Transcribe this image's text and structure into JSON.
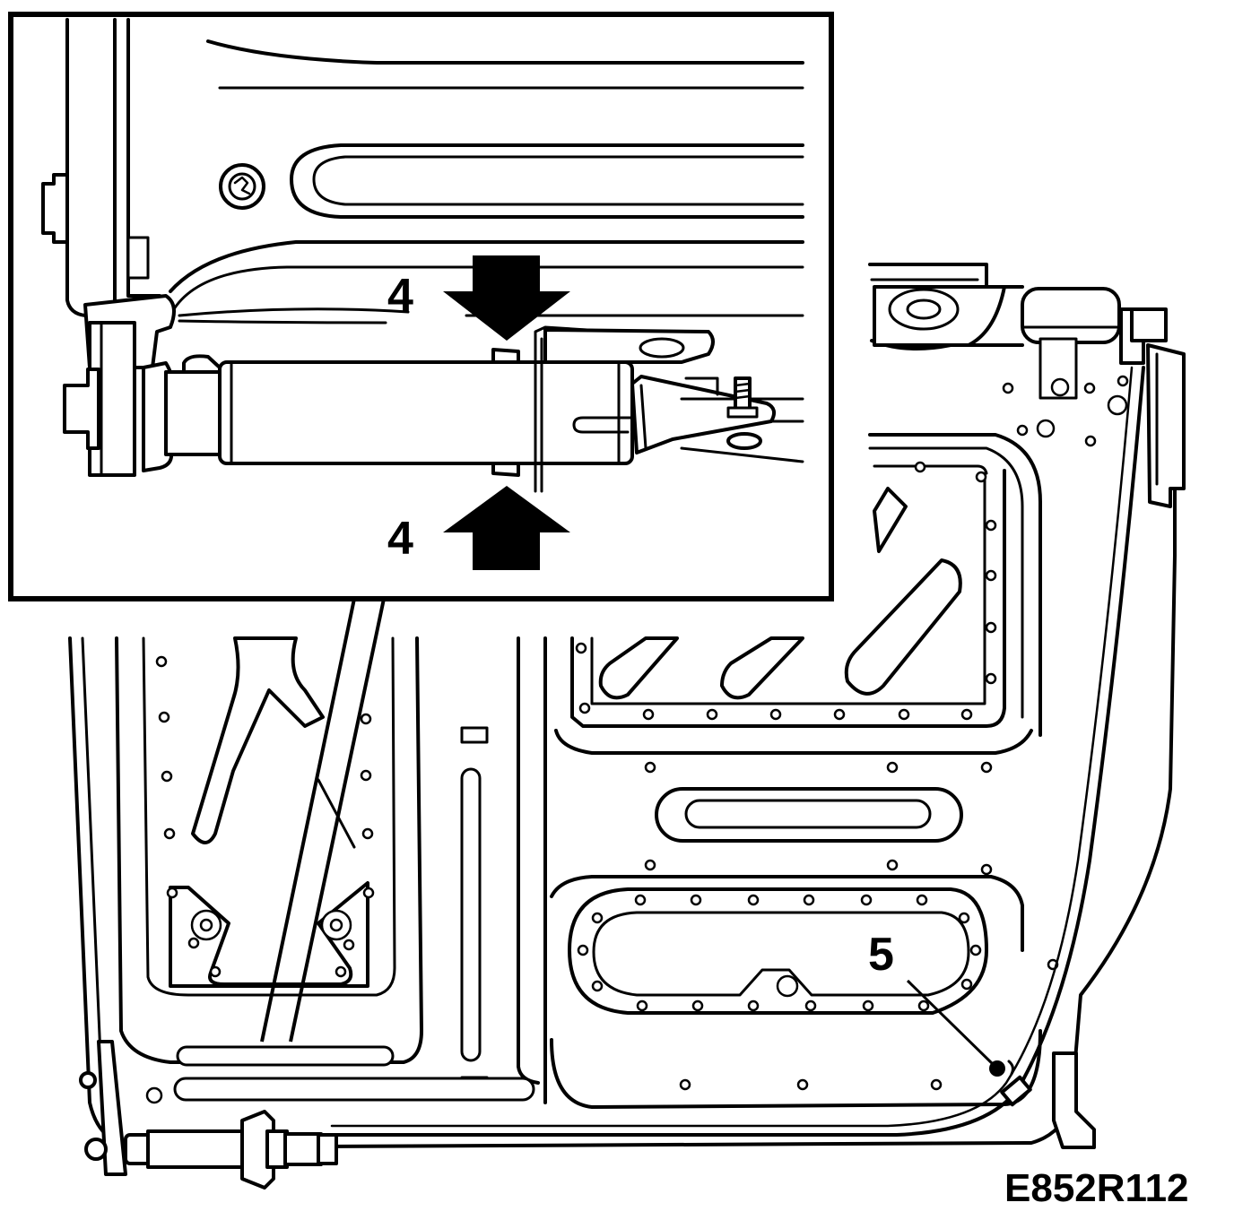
{
  "callouts": {
    "upper_arrow_label": "4",
    "lower_arrow_label": "4",
    "sensor_label": "5"
  },
  "figure_code": "E852R112",
  "colors": {
    "ink": "#000000",
    "paper": "#ffffff"
  }
}
